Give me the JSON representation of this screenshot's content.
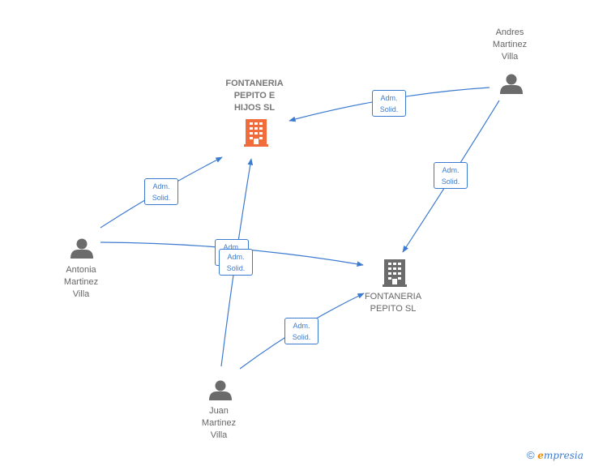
{
  "nodes": {
    "company_main": {
      "label": "FONTANERIA\nPEPITO E\nHIJOS  SL",
      "color": "#f26b3a"
    },
    "company_second": {
      "label": "FONTANERIA\nPEPITO  SL",
      "color": "#6b6b6b"
    },
    "person_andres": {
      "label": "Andres\nMartinez\nVilla"
    },
    "person_antonia": {
      "label": "Antonia\nMartinez\nVilla"
    },
    "person_juan": {
      "label": "Juan\nMartinez\nVilla"
    }
  },
  "relation": {
    "line1": "Adm.",
    "line2": "Solid."
  },
  "colors": {
    "edge": "#3d7bd0",
    "person": "#6b6b6b"
  },
  "footer": {
    "copyright": "©",
    "brand_e": "e",
    "brand_rest": "mpresia"
  }
}
